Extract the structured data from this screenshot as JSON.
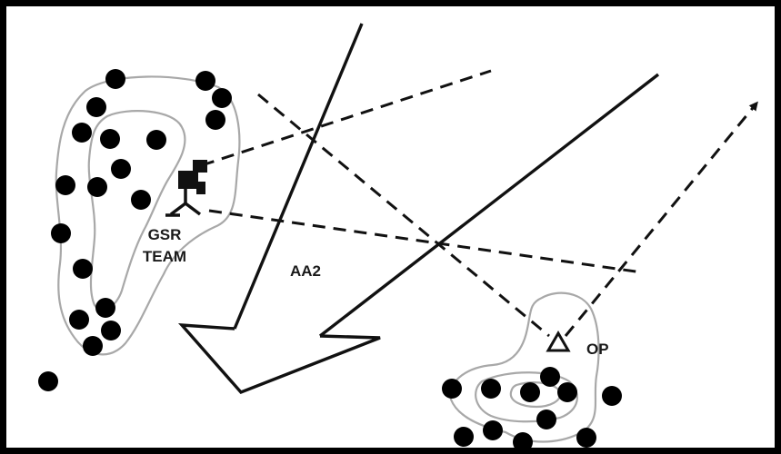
{
  "labels": {
    "gsr_line1": "GSR",
    "gsr_line2": "TEAM",
    "avenue": "AA2",
    "op": "OP"
  },
  "colors": {
    "ink": "#111111",
    "contour": "#a8a8a8",
    "frame": "#000000",
    "background": "#ffffff"
  },
  "symbols": {
    "gsr_team": "radar-tripod-icon",
    "observation_post": "triangle-op-icon",
    "vegetation": "tree-icon"
  }
}
